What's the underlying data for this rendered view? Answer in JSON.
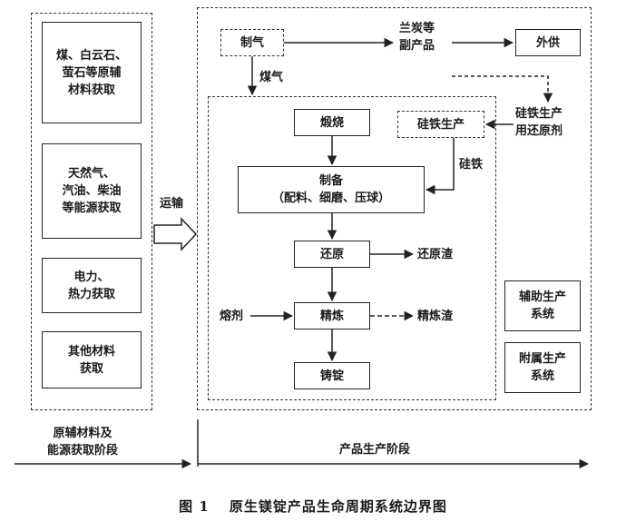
{
  "left_group": {
    "items": [
      [
        "煤、白云石、",
        "萤石等原辅",
        "材料获取"
      ],
      [
        "天然气、",
        "汽油、柴油",
        "等能源获取"
      ],
      [
        "电力、",
        "热力获取"
      ],
      [
        "其他材料",
        "获取"
      ]
    ]
  },
  "transport_label": "运输",
  "top_row": {
    "gas_making": "制气",
    "coal_gas": "煤气",
    "semi_coke": [
      "兰炭等",
      "副产品"
    ],
    "external_supply": "外供",
    "ferrosilicon_reductant": [
      "硅铁生产",
      "用还原剂"
    ]
  },
  "process": {
    "calcination": "煅烧",
    "ferrosilicon_production": "硅铁生产",
    "ferrosilicon": "硅铁",
    "preparation": [
      "制备",
      "（配料、细磨、压球）"
    ],
    "reduction": "还原",
    "reduction_slag": "还原渣",
    "flux": "熔剂",
    "refining": "精炼",
    "refining_slag": "精炼渣",
    "casting": "铸锭"
  },
  "side_systems": {
    "auxiliary": [
      "辅助生产",
      "系统"
    ],
    "affiliated": [
      "附属生产",
      "系统"
    ]
  },
  "stages": {
    "raw_material_stage": [
      "原辅材料及",
      "能源获取阶段"
    ],
    "production_stage": "产品生产阶段"
  },
  "caption": {
    "number": "图 1",
    "title": "原生镁锭产品生命周期系统边界图"
  }
}
